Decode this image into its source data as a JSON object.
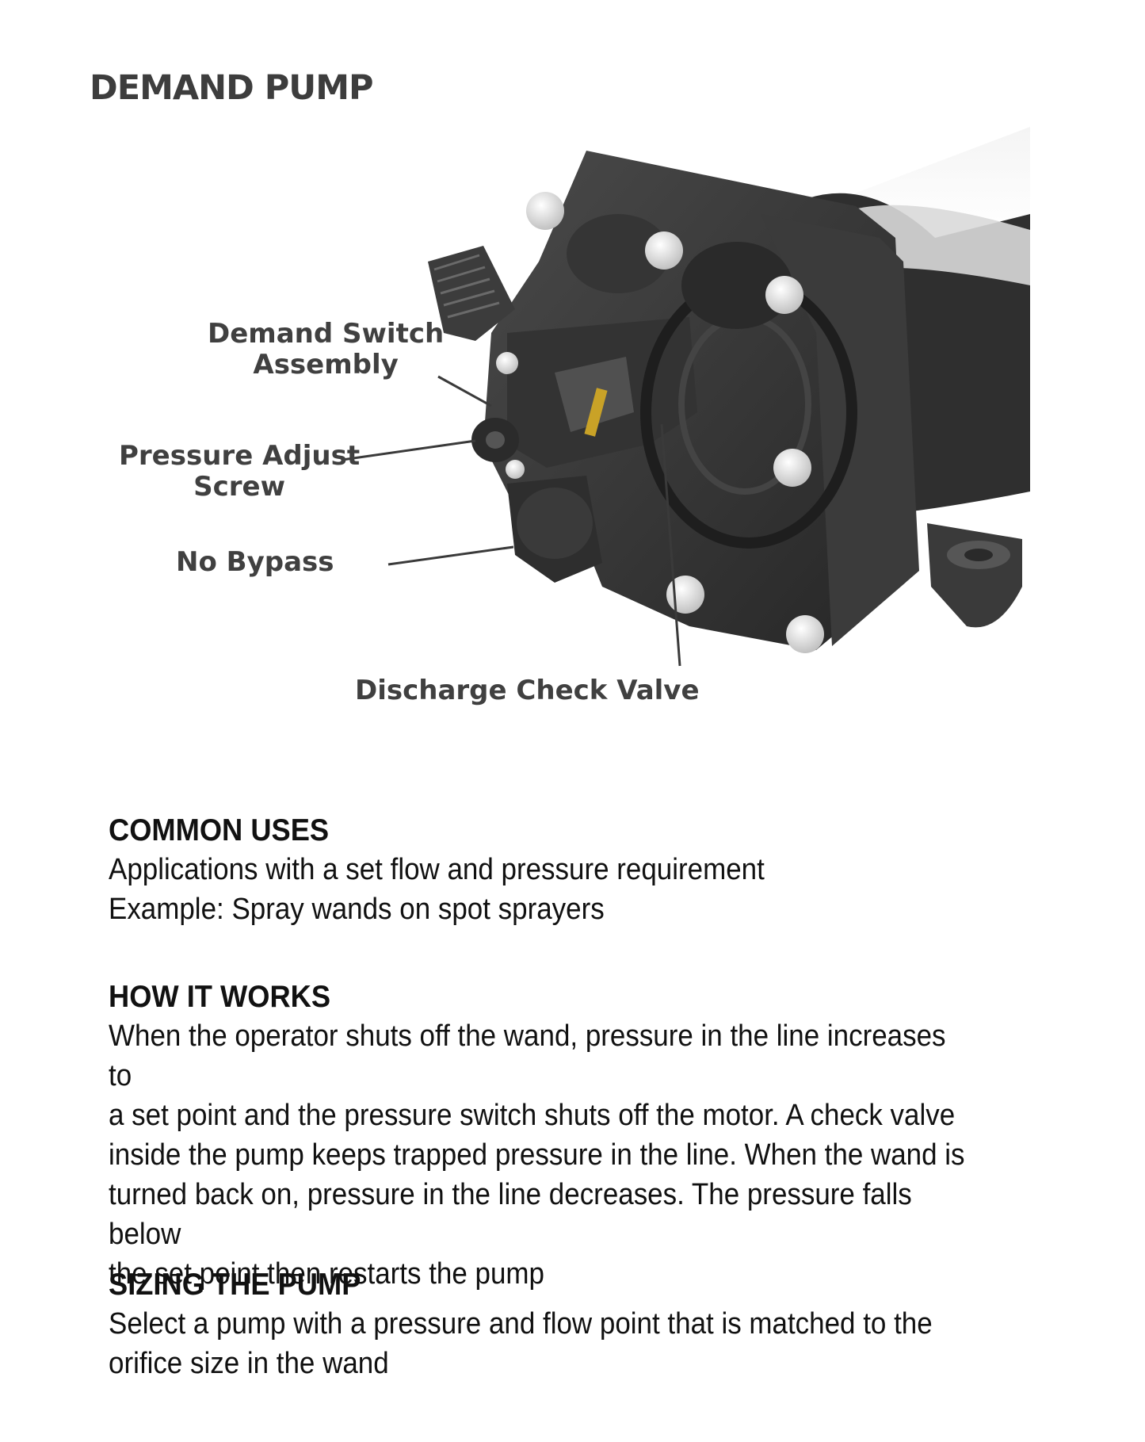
{
  "page": {
    "title": "DEMAND PUMP"
  },
  "diagram": {
    "labels": {
      "demand_switch": [
        "Demand Switch",
        "Assembly"
      ],
      "pressure_adjust": [
        "Pressure Adjust",
        "Screw"
      ],
      "no_bypass": "No Bypass",
      "discharge_check_valve": "Discharge Check Valve"
    }
  },
  "sections": [
    {
      "heading": "COMMON USES",
      "lines": [
        "Applications with a set flow and pressure requirement",
        "Example: Spray wands on spot sprayers"
      ]
    },
    {
      "heading": "HOW IT WORKS",
      "lines": [
        "When the operator shuts off the wand, pressure in the line increases to",
        "a set point and the pressure switch shuts off the motor. A check valve",
        "inside the pump keeps trapped pressure in the line. When the wand is",
        "turned back on, pressure in the line decreases. The pressure falls below",
        "the set point then restarts the pump"
      ]
    },
    {
      "heading": "SIZING THE PUMP",
      "lines": [
        "Select a pump with a pressure and flow point that is matched to the",
        "orifice size in the wand"
      ]
    }
  ]
}
